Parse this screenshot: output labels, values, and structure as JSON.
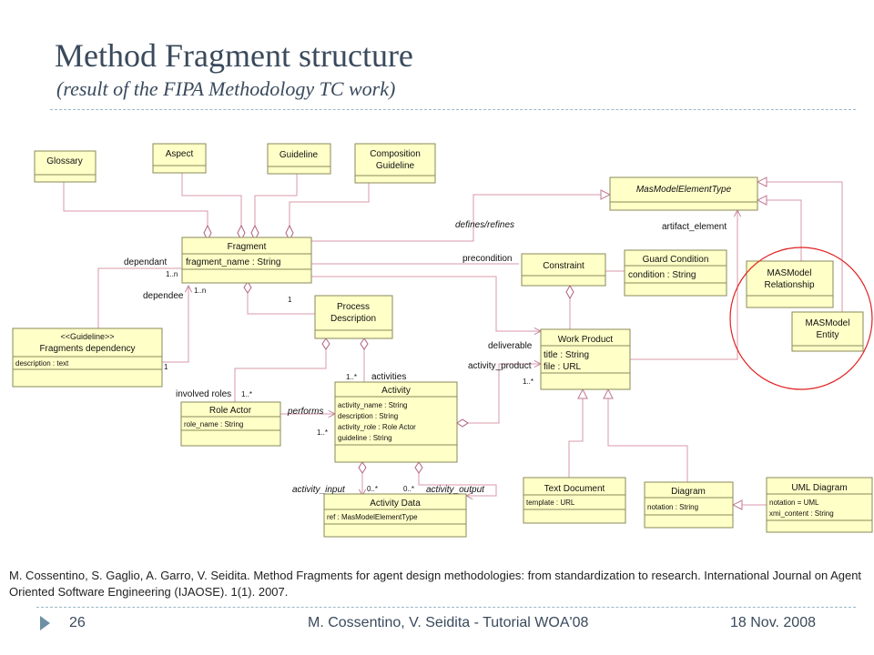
{
  "slide": {
    "title": "Method Fragment structure",
    "subtitle": "(result of the FIPA Methodology TC work)",
    "citation": "M. Cossentino, S. Gaglio, A. Garro, V. Seidita. Method Fragments for agent design methodologies: from standardization to research. International Journal on Agent Oriented Software Engineering (IJAOSE). 1(1). 2007.",
    "footer": {
      "page_number": "26",
      "center_text": "M. Cossentino, V. Seidita - Tutorial WOA'08",
      "date": "18 Nov. 2008"
    }
  },
  "diagram": {
    "colors": {
      "box_fill": "#ffffc8",
      "box_border": "#8a8a5a",
      "line": "#d898a8",
      "highlight_circle": "#e02020"
    },
    "classes": {
      "glossary": {
        "name": "Glossary"
      },
      "aspect": {
        "name": "Aspect"
      },
      "guideline": {
        "name": "Guideline"
      },
      "composition_guideline": {
        "name_line1": "Composition",
        "name_line2": "Guideline"
      },
      "mas_model_element_type": {
        "name": "MasModelElementType"
      },
      "fragment": {
        "name": "Fragment",
        "attr1": "fragment_name : String"
      },
      "constraint": {
        "name": "Constraint"
      },
      "guard_condition": {
        "name": "Guard Condition",
        "attr1": "condition : String"
      },
      "mas_model_relationship": {
        "name_line1": "MASModel",
        "name_line2": "Relationship"
      },
      "mas_model_entity": {
        "name_line1": "MASModel",
        "name_line2": "Entity"
      },
      "fragments_dependency": {
        "stereotype": "<<Guideline>>",
        "name": "Fragments dependency",
        "attr1": "description : text"
      },
      "process_description": {
        "name_line1": "Process",
        "name_line2": "Description"
      },
      "work_product": {
        "name": "Work Product",
        "attr1": "title : String",
        "attr2": "file : URL"
      },
      "role_actor": {
        "name": "Role Actor",
        "attr1": "role_name : String"
      },
      "activity": {
        "name": "Activity",
        "attr1": "activity_name : String",
        "attr2": "description : String",
        "attr3": "activity_role : Role Actor",
        "attr4": "guideline : String"
      },
      "text_document": {
        "name": "Text Document",
        "attr1": "template : URL"
      },
      "diagram_class": {
        "name": "Diagram",
        "attr1": "notation : String"
      },
      "uml_diagram": {
        "name": "UML Diagram",
        "attr1": "notation = UML",
        "attr2": "xmi_content : String"
      },
      "activity_data": {
        "name": "Activity Data",
        "attr1": "ref : MasModelElementType"
      }
    },
    "labels": {
      "defines_refines": "defines/refines",
      "artifact_element": "artifact_element",
      "dependant": "dependant",
      "dependee": "dependee",
      "precondition": "precondition",
      "deliverable": "deliverable",
      "activity_product": "activity_product",
      "involved_roles": "involved roles",
      "activities": "activities",
      "performs": "performs",
      "activity_input": "activity_input",
      "activity_output": "activity_output"
    },
    "multiplicities": {
      "fragment_dependant": "1..n",
      "fragment_dependee": "1..n",
      "fragment_process": "1",
      "dependency_one": "1",
      "activities_many": "1..*",
      "involved_roles_many": "1..*",
      "performs_many": "1..*",
      "work_product_many": "1..*",
      "input_many": "0..*",
      "output_many": "0..*"
    }
  }
}
